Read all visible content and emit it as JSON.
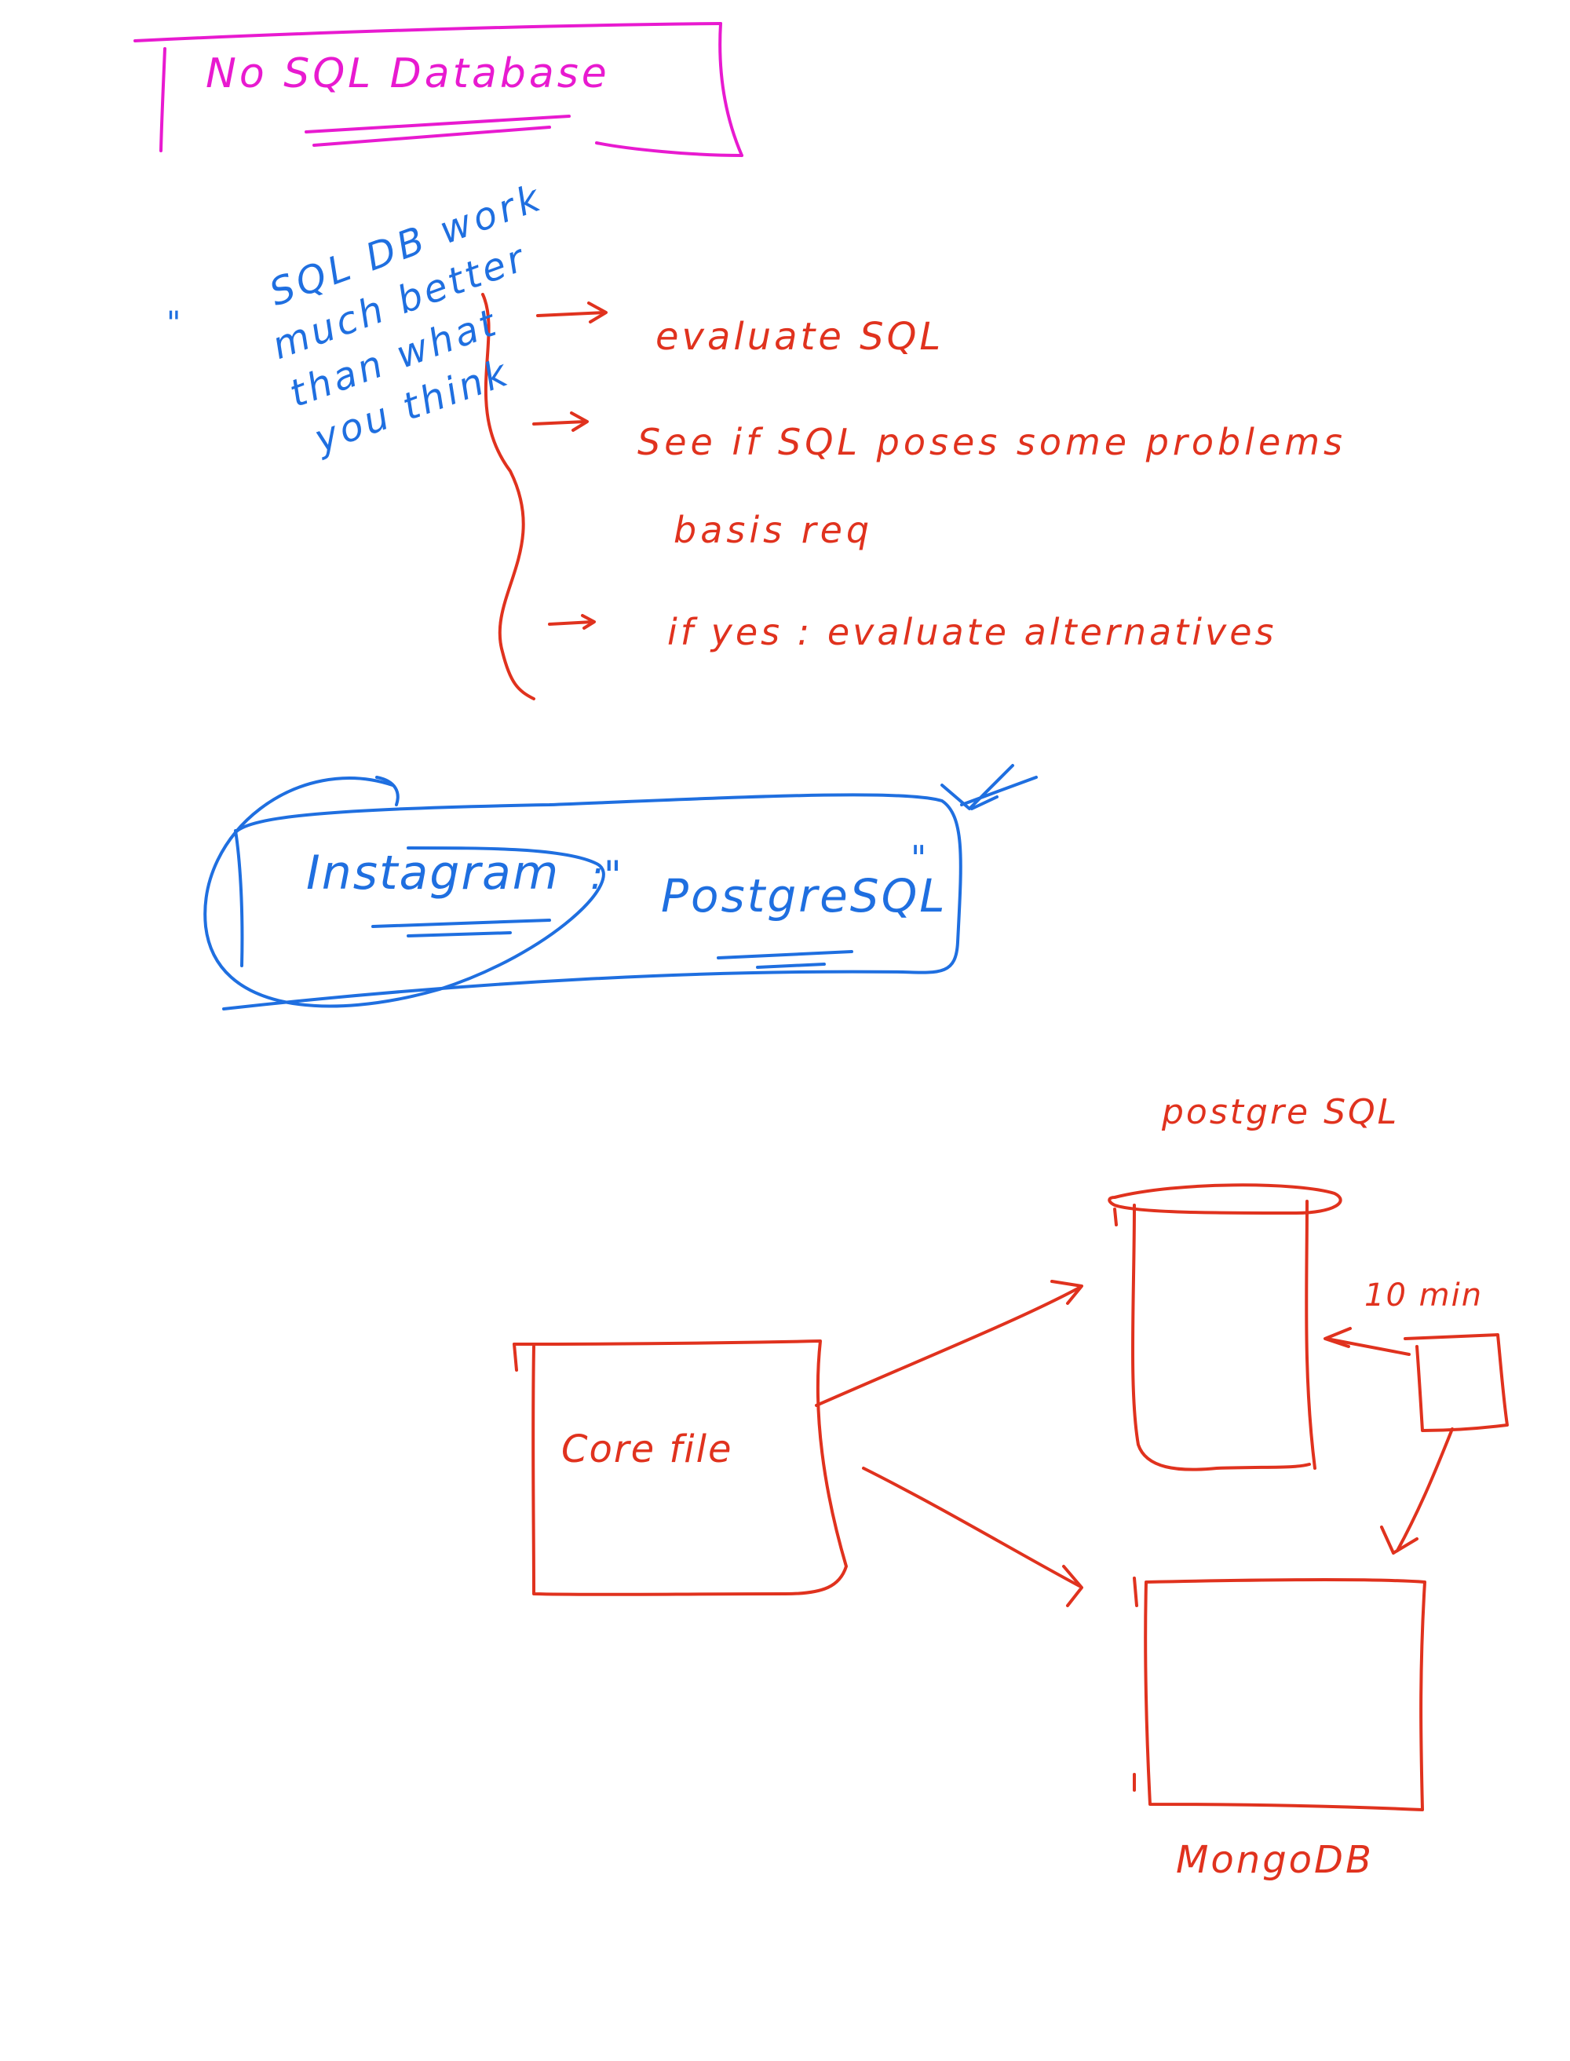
{
  "colors": {
    "title_ink": "#e81ad0",
    "note_ink": "#1f6fe0",
    "flow_ink": "#e0321e",
    "background": "#ffffff"
  },
  "title": {
    "text": "No SQL  Database"
  },
  "note": {
    "quote_mark": "\"",
    "lines": [
      "SQL DB  work",
      "much better",
      "than what",
      "you think"
    ]
  },
  "flow": {
    "step1": "evaluate SQL",
    "step2_line1": "See if  SQL  poses  some  problems",
    "step2_line2": "basis  req",
    "step3": "if  yes :   evaluate  alternatives"
  },
  "example": {
    "company": "Instagram",
    "separator": ":\"",
    "database": "PostgreSQL",
    "closing_quote": "\""
  },
  "diagram": {
    "source_label": "Core file",
    "sql_db_label": "postgre SQL",
    "interval_label": "10 min",
    "nosql_db_label": "MongoDB"
  }
}
